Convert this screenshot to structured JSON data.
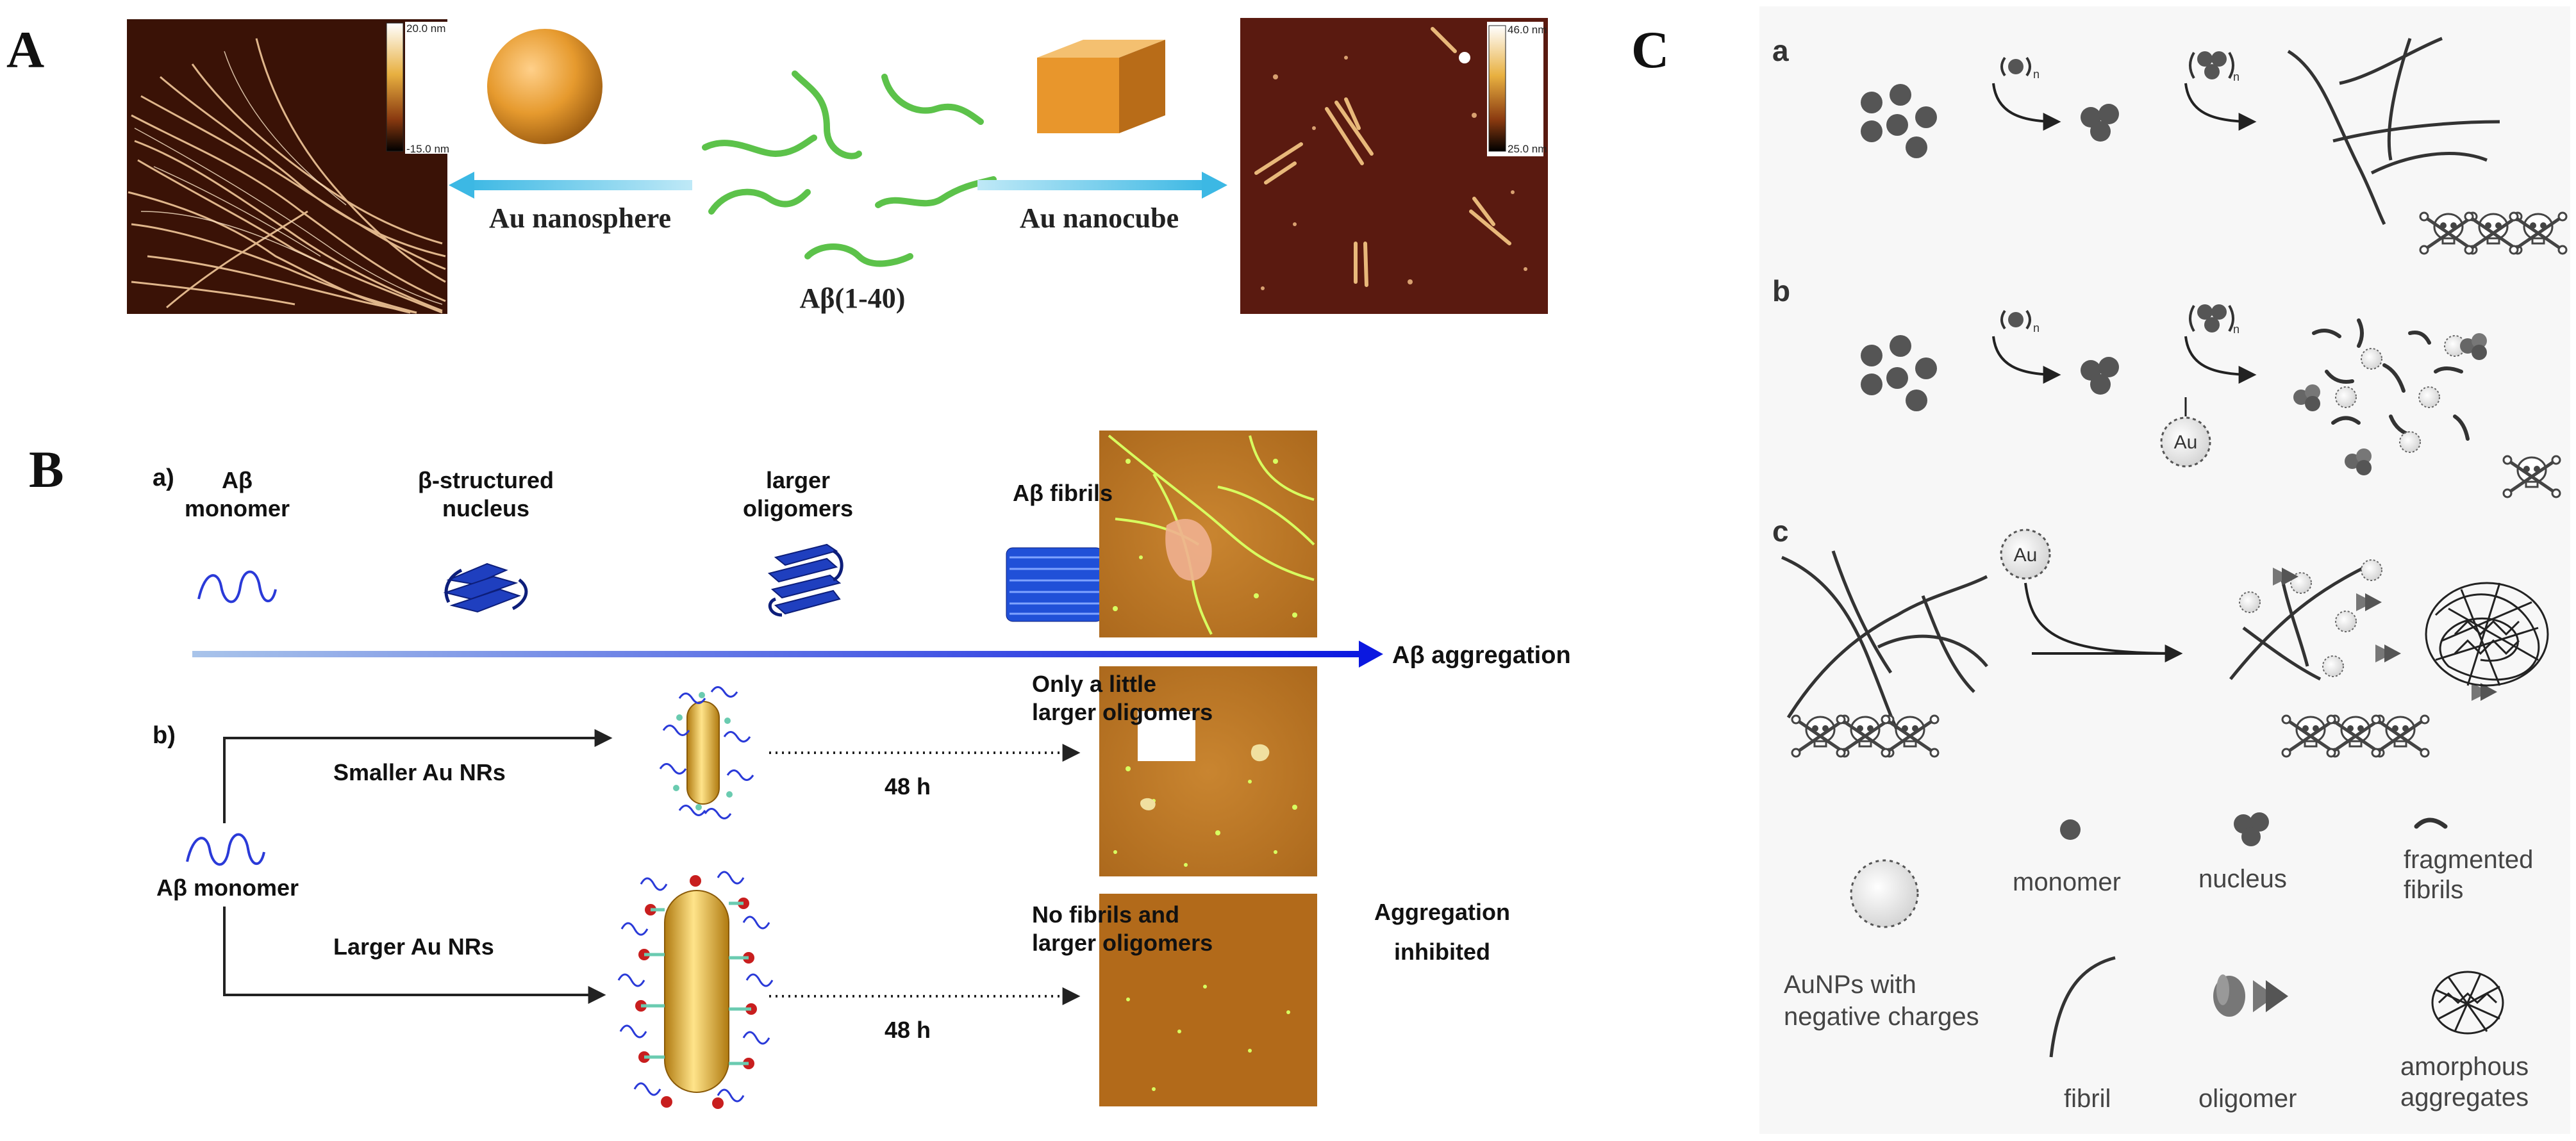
{
  "panelA": {
    "letter": "A",
    "left_scale": {
      "top": "20.0 nm",
      "bottom": "-15.0 nm"
    },
    "right_scale": {
      "top": "46.0 nm",
      "bottom": "25.0 nm"
    },
    "sphere_label": "Au nanosphere",
    "cube_label": "Au nanocube",
    "peptide_label": "Aβ(1-40)"
  },
  "panelB": {
    "letter": "B",
    "a": {
      "tag": "a)",
      "stages": [
        {
          "line1": "Aβ",
          "line2": "monomer"
        },
        {
          "line1": "β-structured",
          "line2": "nucleus"
        },
        {
          "line1": "larger",
          "line2": "oligomers"
        },
        {
          "line1": "Aβ fibrils",
          "line2": ""
        }
      ],
      "arrow_label": "Aβ aggregation"
    },
    "b": {
      "tag": "b)",
      "start_label": "Aβ monomer",
      "small_label": "Smaller Au NRs",
      "large_label": "Larger Au NRs",
      "time_small": "48 h",
      "time_large": "48 h",
      "result_small": {
        "line1": "Only a little",
        "line2": "larger oligomers"
      },
      "result_large": {
        "line1": "No fibrils and",
        "line2": "larger oligomers"
      },
      "outcome": {
        "line1": "Aggregation",
        "line2": "inhibited"
      }
    }
  },
  "panelC": {
    "letter": "C",
    "rows": [
      "a",
      "b",
      "c"
    ],
    "subscript_n": "n",
    "au_label": "Au",
    "legend": {
      "monomer": "monomer",
      "nucleus": "nucleus",
      "fragmented": {
        "line1": "fragmented",
        "line2": "fibrils"
      },
      "auNPs": {
        "line1": "AuNPs with",
        "line2": "negative charges"
      },
      "fibril": "fibril",
      "oligomer": "oligomer",
      "amorphous": {
        "line1": "amorphous",
        "line2": "aggregates"
      }
    }
  },
  "colors": {
    "arrow_cyan": "#4fc3e8",
    "gold": "#e39a2c",
    "peptide_green": "#5cc24a",
    "protein_blue": "#1f3fbf",
    "afm_orange": "#b8731f",
    "afm_dark": "#5a1a10",
    "ink": "#333333"
  }
}
